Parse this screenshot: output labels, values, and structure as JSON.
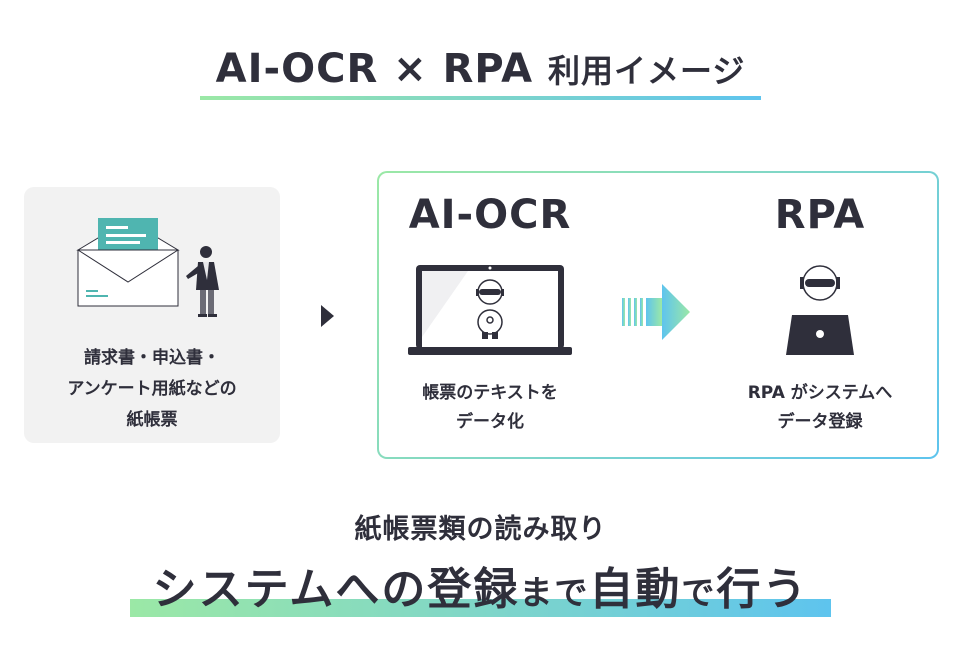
{
  "title": {
    "main": "AI-OCR × RPA",
    "sub": "利用イメージ"
  },
  "left_card": {
    "lines": [
      "請求書・申込書・",
      "アンケート用紙などの",
      "紙帳票"
    ]
  },
  "ai_ocr": {
    "title": "AI-OCR",
    "desc_lines": [
      "帳票のテキストを",
      "データ化"
    ]
  },
  "rpa": {
    "title": "RPA",
    "desc_lines": [
      "RPA がシステムへ",
      "データ登録"
    ]
  },
  "bottom": {
    "sub": "紙帳票類の読み取り",
    "main_parts": [
      {
        "text": "システムへの",
        "size": "large"
      },
      {
        "text": "登録",
        "size": "large"
      },
      {
        "text": "まで",
        "size": "small"
      },
      {
        "text": "自動",
        "size": "large"
      },
      {
        "text": "で",
        "size": "small"
      },
      {
        "text": "行う",
        "size": "large"
      }
    ]
  },
  "colors": {
    "text": "#2f2f3b",
    "gradient_start": "#9be8a6",
    "gradient_end": "#5ec4ee",
    "teal_paper": "#4fb5b0",
    "card_bg": "#f2f2f2"
  }
}
